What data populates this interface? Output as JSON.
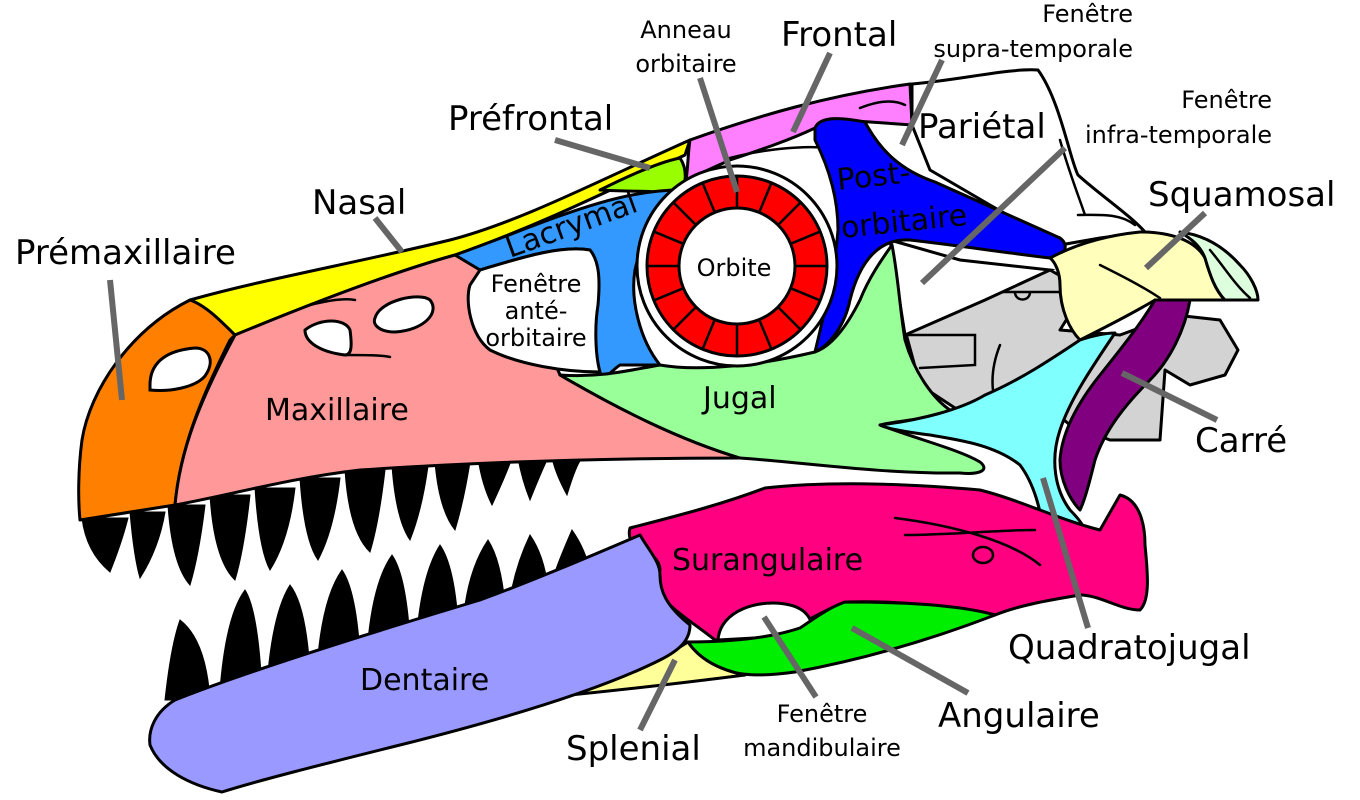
{
  "diagram": {
    "colors": {
      "premaxillaire": "#ff8000",
      "nasal": "#ffff00",
      "maxillaire": "#ff9999",
      "prefrontal": "#99ff00",
      "lacrymal": "#3399ff",
      "frontal": "#ff80ff",
      "postorbitaire": "#0000ff",
      "orbital_ring": "#ff0000",
      "jugal": "#99ff99",
      "squamosal": "#ffffbb",
      "squamosal_tip": "#ddffdd",
      "quadratojugal": "#80ffff",
      "carre": "#800080",
      "braincase": "#d3d3d3",
      "surangulaire": "#ff0080",
      "angulaire": "#00ee00",
      "dentaire": "#9999ff",
      "splenial": "#ffff99",
      "leader": "#666666"
    },
    "labels": {
      "premaxillaire": "Prémaxillaire",
      "nasal": "Nasal",
      "prefrontal": "Préfrontal",
      "anneau_l1": "Anneau",
      "anneau_l2": "orbitaire",
      "frontal": "Frontal",
      "supra_l1": "Fenêtre",
      "supra_l2": "supra-temporale",
      "parietal": "Pariétal",
      "infra_l1": "Fenêtre",
      "infra_l2": "infra-temporale",
      "squamosal": "Squamosal",
      "lacrymal": "Lacrymal",
      "post_l1": "Post-",
      "post_l2": "orbitaire",
      "orbite": "Orbite",
      "antorb_l1": "Fenêtre",
      "antorb_l2": "anté-",
      "antorb_l3": "orbitaire",
      "maxillaire": "Maxillaire",
      "jugal": "Jugal",
      "carre": "Carré",
      "surangulaire": "Surangulaire",
      "quadratojugal": "Quadratojugal",
      "dentaire": "Dentaire",
      "splenial": "Splenial",
      "mandib_l1": "Fenêtre",
      "mandib_l2": "mandibulaire",
      "angulaire": "Angulaire"
    }
  }
}
